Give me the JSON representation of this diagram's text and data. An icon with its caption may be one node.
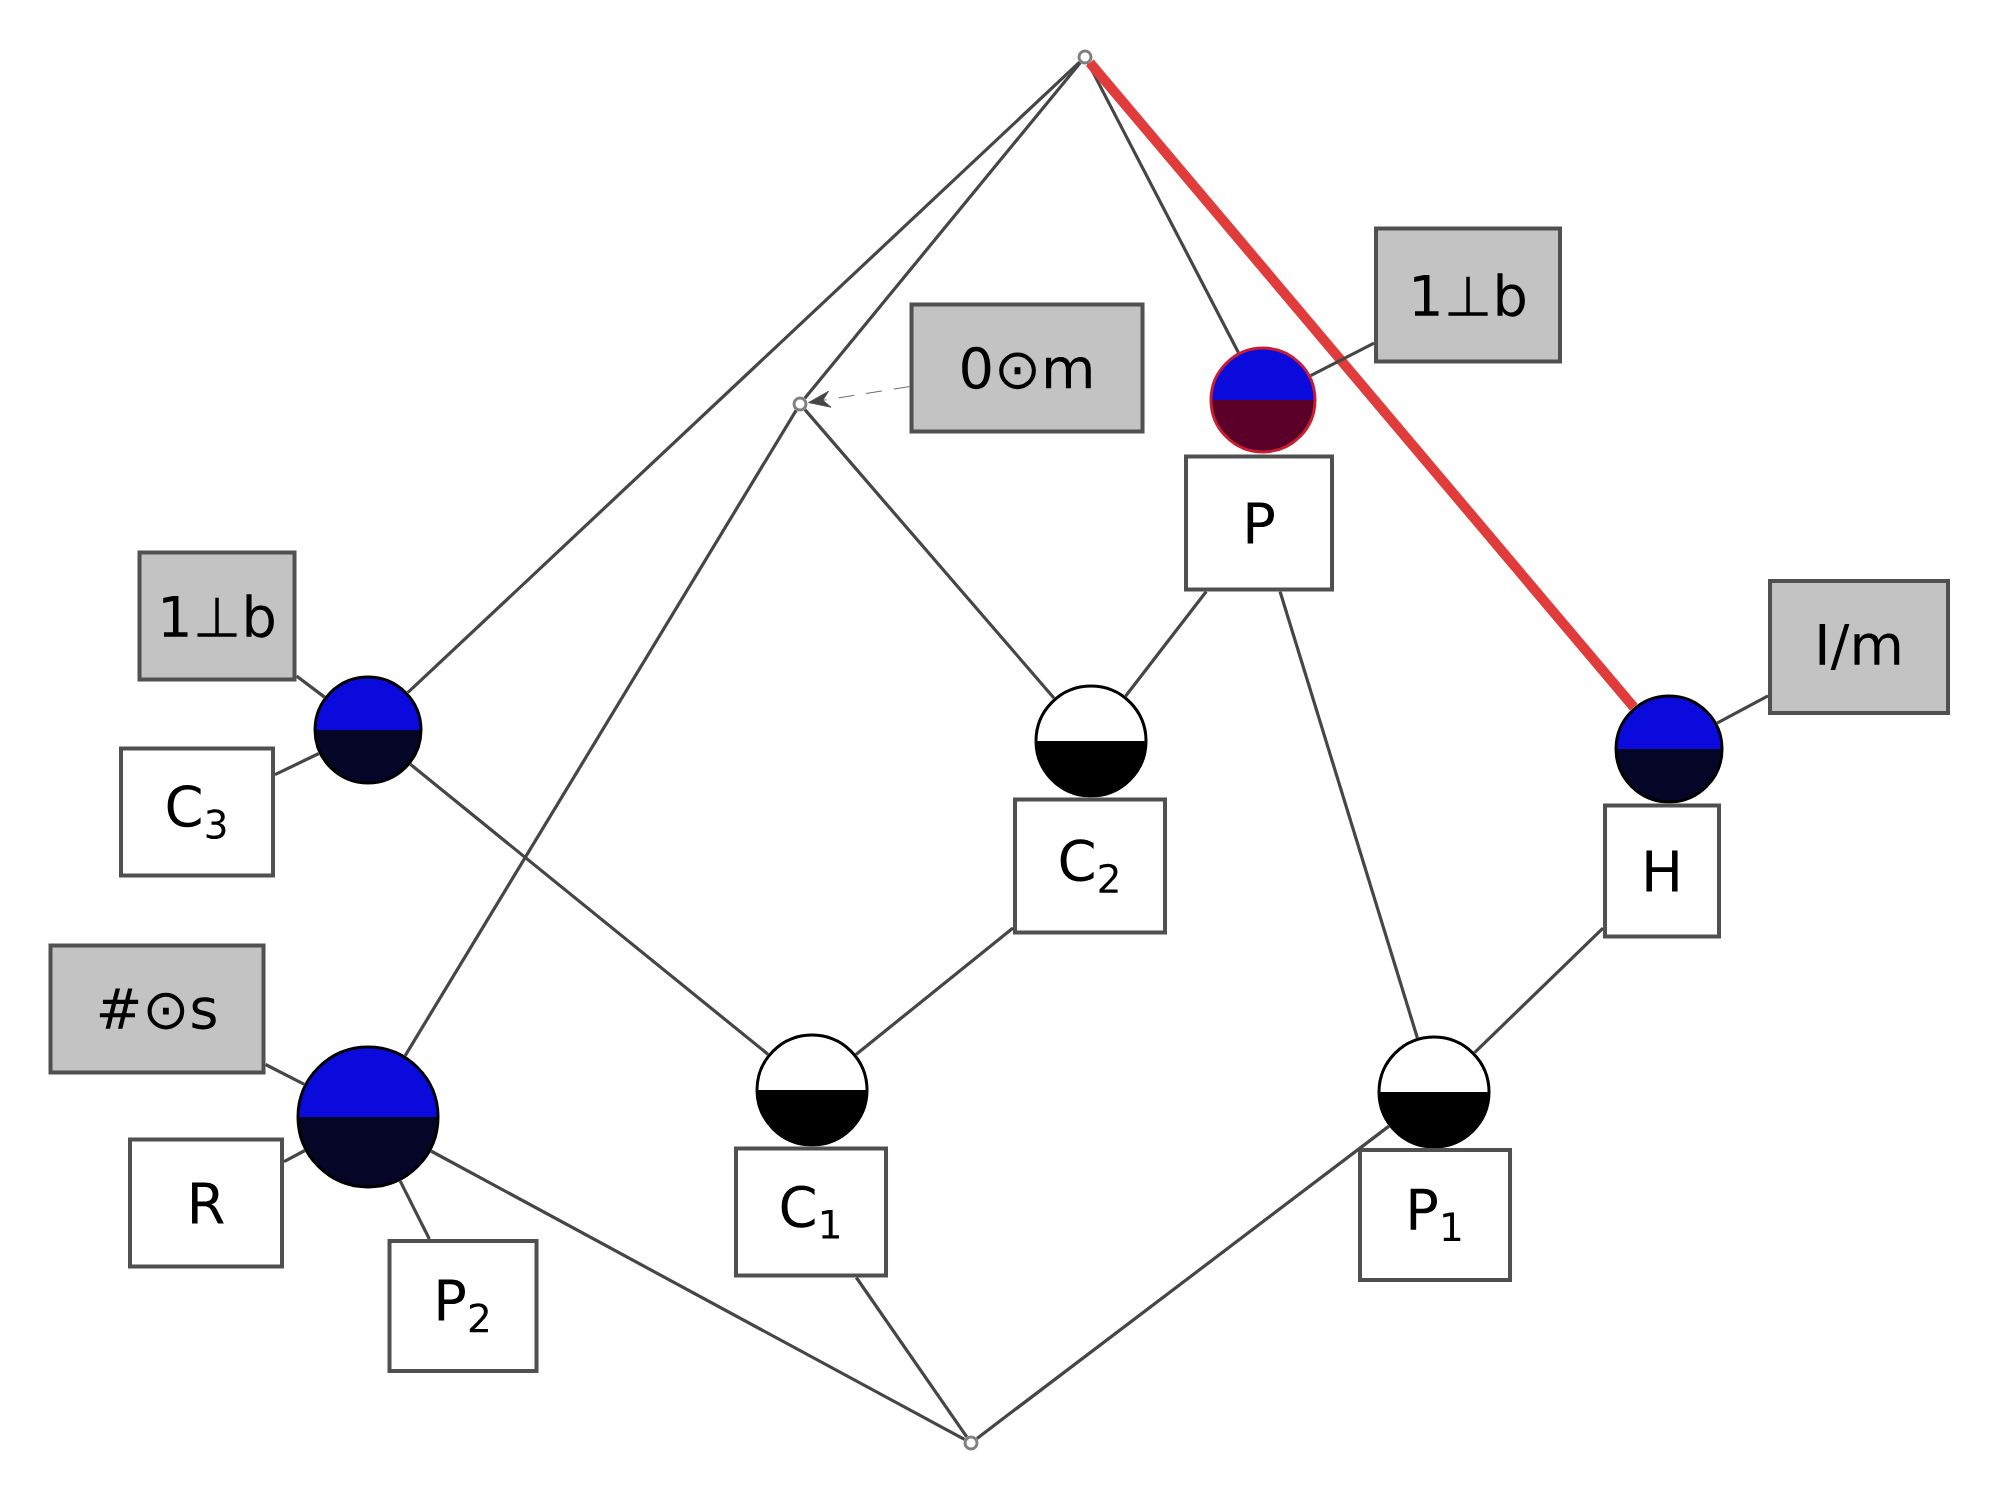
{
  "diagram": {
    "nodes": [
      {
        "text": [],
        "shape": "circle"
      },
      {
        "text": [
          "1⊥b"
        ]
      },
      {
        "text": [
          "0⊙m"
        ]
      },
      {
        "text": [],
        "shape": "circle"
      },
      {
        "text": [],
        "shape": "circle"
      },
      {
        "text": [
          "P"
        ]
      },
      {
        "text": [
          "1⊥b"
        ]
      },
      {
        "text": [
          "I/m"
        ]
      },
      {
        "text": [],
        "shape": "circle"
      },
      {
        "text": [],
        "shape": "circle"
      },
      {
        "text": [],
        "shape": "circle"
      },
      {
        "text": [
          "C$_{3}$"
        ]
      },
      {
        "text": [
          "C$_{2}$"
        ]
      },
      {
        "text": [
          "H"
        ]
      },
      {
        "text": [
          "#⊙s"
        ]
      },
      {
        "text": [],
        "shape": "circle"
      },
      {
        "text": [],
        "shape": "circle"
      },
      {
        "text": [],
        "shape": "circle"
      },
      {
        "text": [
          "R"
        ]
      },
      {
        "text": [
          "C$_{1}$"
        ]
      },
      {
        "text": [
          "P$_{1}$"
        ]
      },
      {
        "text": [
          "P$_{2}$"
        ]
      },
      {
        "text": [],
        "shape": "circle"
      }
    ],
    "edges": [
      {
        "from": 0,
        "to": 8,
        "arrow": "none"
      },
      {
        "from": 0,
        "to": 4,
        "arrow": "none"
      },
      {
        "from": 4,
        "to": 17,
        "arrow": "none"
      },
      {
        "from": 0,
        "to": 3,
        "arrow": "none"
      },
      {
        "from": 0,
        "to": 10,
        "arrow": "none",
        "color": "#e03c3c",
        "style": "thick"
      },
      {
        "from": 8,
        "to": 15,
        "arrow": "none"
      },
      {
        "from": 9,
        "to": 4,
        "arrow": "none"
      },
      {
        "from": 9,
        "to": 5,
        "arrow": "none"
      },
      {
        "from": 15,
        "to": 12,
        "arrow": "none"
      },
      {
        "from": 16,
        "to": 5,
        "arrow": "none"
      },
      {
        "from": 16,
        "to": 13,
        "arrow": "none"
      },
      {
        "from": 17,
        "to": 22,
        "arrow": "none"
      },
      {
        "from": 19,
        "to": 22,
        "arrow": "none"
      },
      {
        "from": 16,
        "to": 22,
        "arrow": "none"
      },
      {
        "from": 6,
        "to": 8,
        "arrow": "none"
      },
      {
        "from": 11,
        "to": 8,
        "arrow": "none"
      },
      {
        "from": 14,
        "to": 17,
        "arrow": "none"
      },
      {
        "from": 18,
        "to": 17,
        "arrow": "none"
      },
      {
        "from": 21,
        "to": 17,
        "arrow": "none"
      },
      {
        "from": 2,
        "to": 4,
        "arrow": "to",
        "style": "dashed"
      },
      {
        "from": 1,
        "to": 3,
        "arrow": "none"
      },
      {
        "from": 7,
        "to": 10,
        "arrow": "none"
      }
    ]
  }
}
